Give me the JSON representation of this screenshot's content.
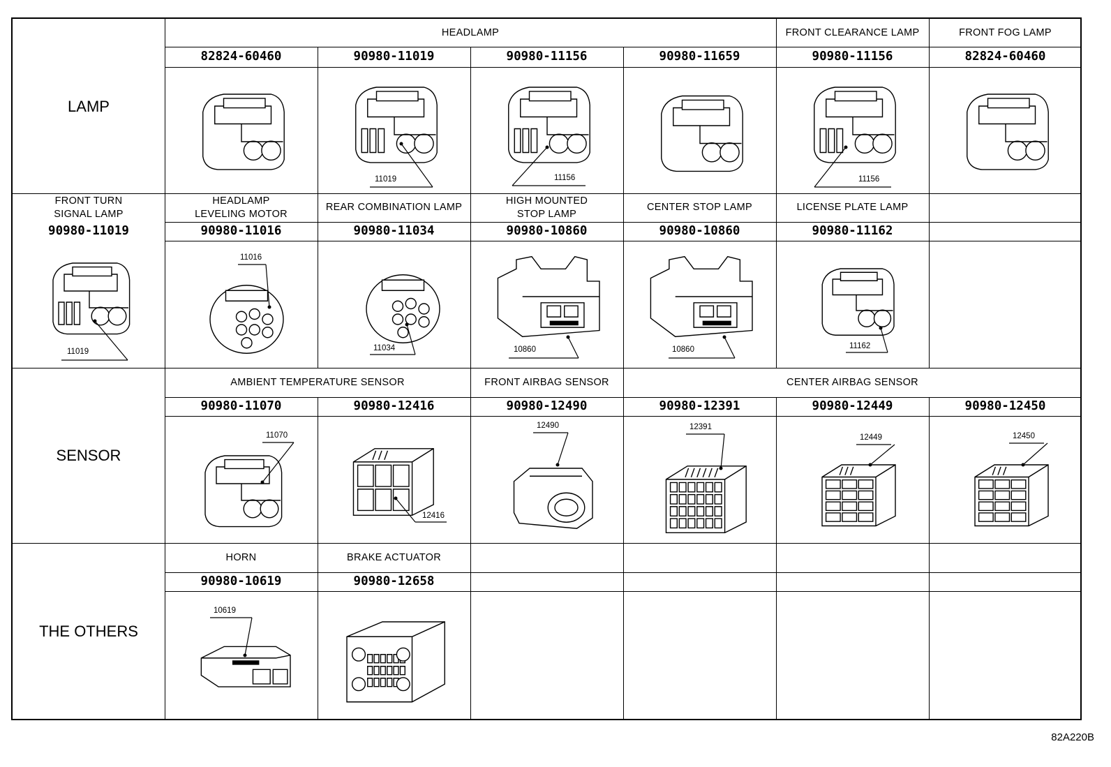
{
  "diagram_code": "82A220B",
  "categories": {
    "lamp": "LAMP",
    "sensor": "SENSOR",
    "others": "THE OTHERS"
  },
  "lamp": {
    "headers": {
      "headlamp": "HEADLAMP",
      "front_clearance": "FRONT CLEARANCE LAMP",
      "front_fog": "FRONT FOG LAMP"
    },
    "parts": [
      {
        "pn": "82824-60460",
        "callout": ""
      },
      {
        "pn": "90980-11019",
        "callout": "11019"
      },
      {
        "pn": "90980-11156",
        "callout": "11156"
      },
      {
        "pn": "90980-11659",
        "callout": ""
      },
      {
        "pn": "90980-11156",
        "callout": "11156"
      },
      {
        "pn": "82824-60460",
        "callout": ""
      }
    ]
  },
  "lamp2": {
    "headers": [
      "FRONT TURN\nSIGNAL  LAMP",
      "HEADLAMP\nLEVELING MOTOR",
      "REAR COMBINATION LAMP",
      "HIGH MOUNTED\nSTOP  LAMP",
      "CENTER STOP LAMP",
      "LICENSE PLATE  LAMP"
    ],
    "parts": [
      {
        "pn": "90980-11019",
        "callout": "11019"
      },
      {
        "pn": "90980-11016",
        "callout": "11016"
      },
      {
        "pn": "90980-11034",
        "callout": "11034"
      },
      {
        "pn": "90980-10860",
        "callout": "10860"
      },
      {
        "pn": "90980-10860",
        "callout": "10860"
      },
      {
        "pn": "90980-11162",
        "callout": "11162"
      }
    ]
  },
  "sensor": {
    "headers": {
      "ambient": "AMBIENT TEMPERATURE SENSOR",
      "front_airbag": "FRONT AIRBAG SENSOR",
      "center_airbag": "CENTER AIRBAG SENSOR"
    },
    "parts": [
      {
        "pn": "90980-11070",
        "callout": "11070"
      },
      {
        "pn": "90980-12416",
        "callout": "12416"
      },
      {
        "pn": "90980-12490",
        "callout": "12490"
      },
      {
        "pn": "90980-12391",
        "callout": "12391"
      },
      {
        "pn": "90980-12449",
        "callout": "12449"
      },
      {
        "pn": "90980-12450",
        "callout": "12450"
      }
    ]
  },
  "others": {
    "headers": [
      "HORN",
      "BRAKE ACTUATOR"
    ],
    "parts": [
      {
        "pn": "90980-10619",
        "callout": "10619"
      },
      {
        "pn": "90980-12658",
        "callout": ""
      }
    ]
  }
}
